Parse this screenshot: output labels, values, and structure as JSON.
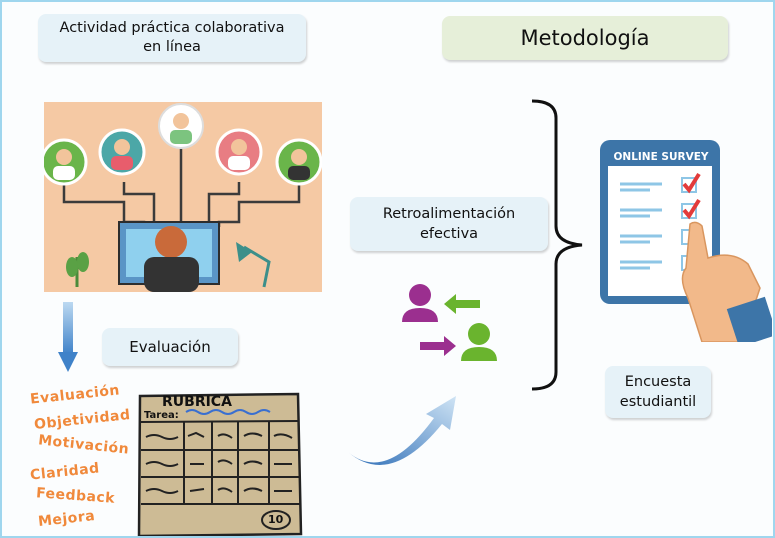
{
  "boxes": {
    "actividad": "Actividad práctica colaborativa\nen línea",
    "metodologia": "Metodología",
    "retro": "Retroalimentación\nefectiva",
    "evaluacion": "Evaluación",
    "encuesta": "Encuesta\nestudiantil"
  },
  "rubric_words": [
    "Evaluación",
    "Objetividad",
    "Motivación",
    "Claridad",
    "Feedback",
    "Mejora"
  ],
  "rubric": {
    "title": "RUBRICA",
    "tarea": "Tarea:",
    "score": "10"
  },
  "survey": {
    "header": "ONLINE SURVEY"
  },
  "colors": {
    "frame": "#9fd6ee",
    "box_blue": "#e6f2f8",
    "box_green": "#e6efd9",
    "orange_text": "#f0893b",
    "purple": "#9b2f8f",
    "green": "#6ab42e"
  }
}
